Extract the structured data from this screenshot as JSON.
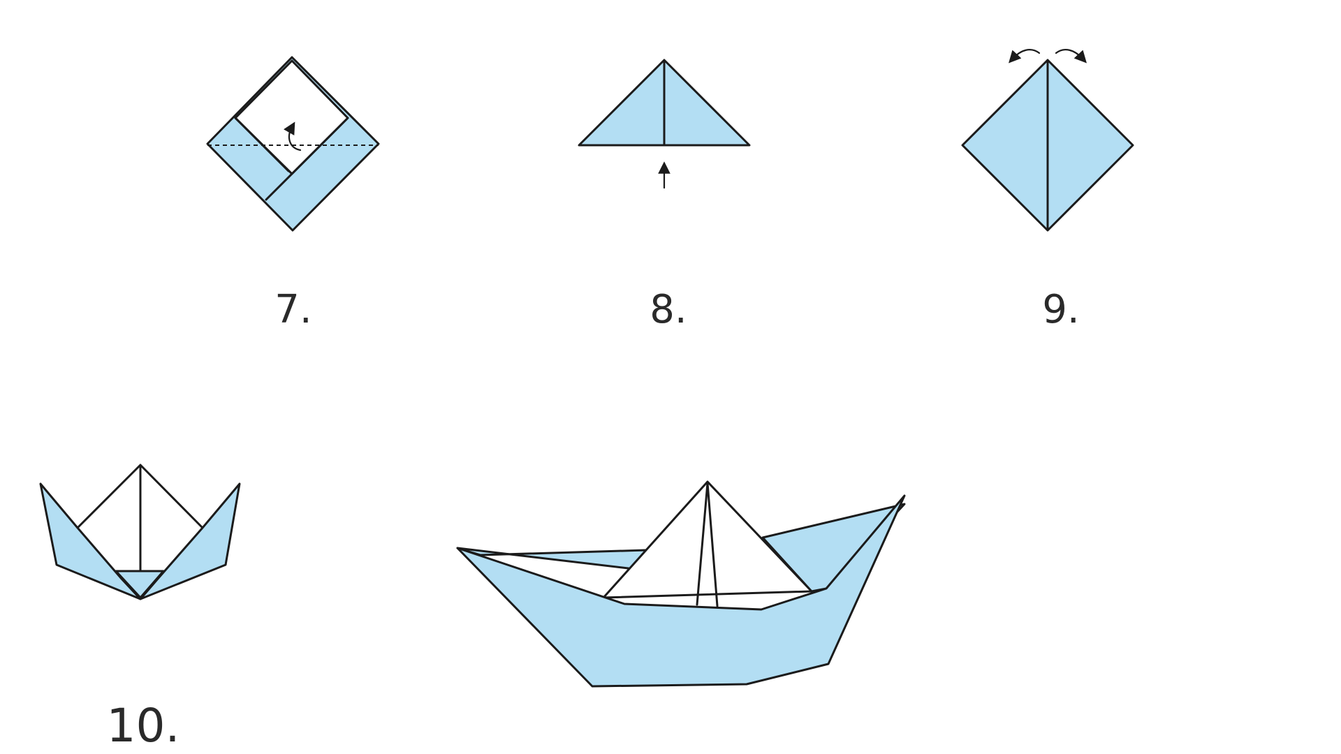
{
  "steps": [
    {
      "label": "7."
    },
    {
      "label": "8."
    },
    {
      "label": "9."
    },
    {
      "label": "10."
    }
  ],
  "colors": {
    "paper": "#b3def3",
    "line": "#1b1b1b",
    "background": "#ffffff",
    "label": "#2a2a2a"
  }
}
